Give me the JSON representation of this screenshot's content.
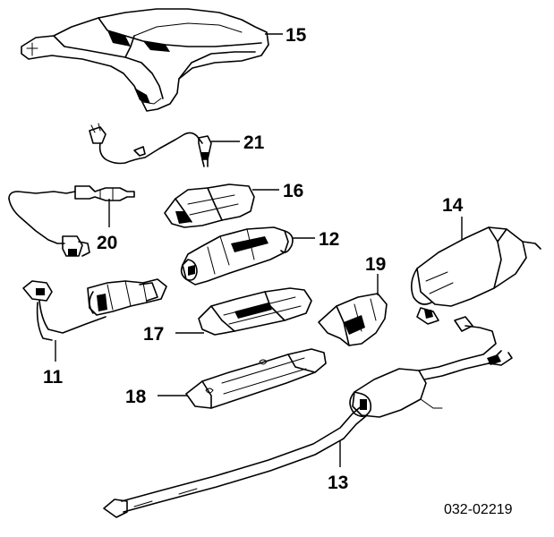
{
  "labels": {
    "p15": "15",
    "p21": "21",
    "p16": "16",
    "p20": "20",
    "p12": "12",
    "p14": "14",
    "p19": "19",
    "p11": "11",
    "p17": "17",
    "p18": "18",
    "p13": "13"
  },
  "diagram_code": "032-02219"
}
